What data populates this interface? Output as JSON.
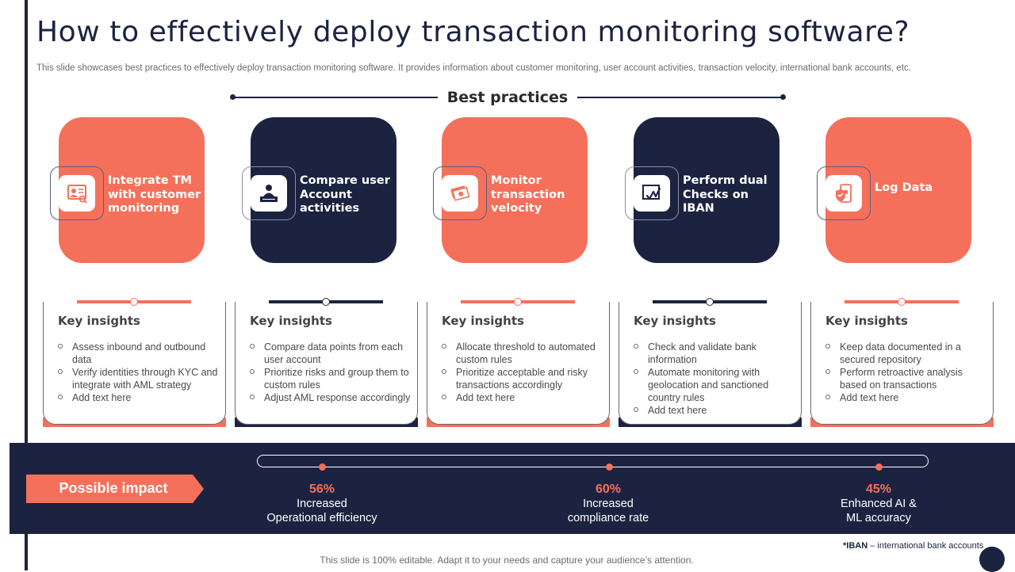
{
  "title": "How to effectively deploy transaction monitoring software?",
  "subtitle": "This slide showcases best practices to effectively deploy transaction monitoring software. It provides information about customer monitoring, user account activities, transaction velocity, international bank accounts, etc.",
  "best_practices_label": "Best practices",
  "colors": {
    "navy": "#1c2340",
    "coral": "#f5705a",
    "white": "#ffffff"
  },
  "practices": [
    {
      "label": "Integrate TM with customer monitoring",
      "icon": "customer-profile-icon",
      "theme": "coral"
    },
    {
      "label": "Compare user Account activities",
      "icon": "user-at-desk-icon",
      "theme": "navy"
    },
    {
      "label": "Monitor transaction velocity",
      "icon": "money-stack-icon",
      "theme": "coral"
    },
    {
      "label": "Perform dual Checks on IBAN",
      "icon": "signature-check-icon",
      "theme": "navy"
    },
    {
      "label": "Log Data",
      "icon": "shield-check-phone-icon",
      "theme": "coral"
    }
  ],
  "insights": [
    {
      "title": "Key insights",
      "items": [
        "Assess inbound and outbound data",
        "Verify identities through KYC and integrate with AML strategy",
        "Add text here"
      ]
    },
    {
      "title": "Key insights",
      "items": [
        "Compare data points from each user account",
        "Prioritize risks and group them to custom rules",
        "Adjust AML response accordingly"
      ]
    },
    {
      "title": "Key insights",
      "items": [
        "Allocate threshold to automated custom rules",
        "Prioritize acceptable and risky transactions accordingly",
        "Add text here"
      ]
    },
    {
      "title": "Key insights",
      "items": [
        "Check and validate bank information",
        "Automate monitoring with geolocation and sanctioned country rules",
        "Add text  here"
      ]
    },
    {
      "title": "Key insights",
      "items": [
        "Keep data documented in a secured repository",
        "Perform retroactive analysis based on transactions",
        "Add text here"
      ]
    }
  ],
  "impact": {
    "label": "Possible impact",
    "items": [
      {
        "percent": "56%",
        "line1": "Increased",
        "line2": "Operational efficiency"
      },
      {
        "percent": "60%",
        "line1": "Increased",
        "line2": "compliance rate"
      },
      {
        "percent": "45%",
        "line1": "Enhanced AI &",
        "line2": "ML accuracy"
      }
    ]
  },
  "footnote": {
    "term": "*IBAN",
    "definition": " – international bank accounts"
  },
  "editable_note": "This slide is 100% editable. Adapt it to your needs and capture your audience’s attention."
}
